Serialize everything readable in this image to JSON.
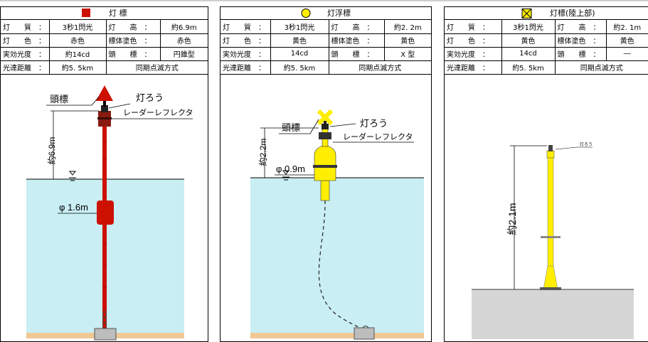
{
  "colors": {
    "red": "#cc1100",
    "yellow": "#ffee00",
    "water": "#c9eef4",
    "seabed": "#f0c896",
    "ground": "#d6d6d6"
  },
  "panels": [
    {
      "title": "灯 標",
      "symbol": "red-square",
      "rows": [
        [
          "灯　　質　：",
          "3秒1閃光",
          "灯　　高　：",
          "約6.9m"
        ],
        [
          "灯　　色　：",
          "赤色",
          "標体塗色　：",
          "赤色"
        ],
        [
          "実効光度　：",
          "約14cd",
          "頭　　標　：",
          "円錐型"
        ],
        [
          "光達距離　：",
          "約5. 5km",
          "同期点滅方式"
        ]
      ],
      "labels": {
        "head_mark": "頭標",
        "lantern": "灯ろう",
        "reflector": "レーダーレフレクタ",
        "height": "約6.9m",
        "diameter": "φ 1.6m"
      }
    },
    {
      "title": "灯浮標",
      "symbol": "yellow-circle",
      "rows": [
        [
          "灯　　質　：",
          "3秒1閃光",
          "灯　　高　：",
          "約2. 2m"
        ],
        [
          "灯　　色　：",
          "黄色",
          "標体塗色　：",
          "黄色"
        ],
        [
          "実効光度　：",
          "14cd",
          "頭　　標　：",
          "X 型"
        ],
        [
          "光達距離　：",
          "約5. 5km",
          "同期点滅方式"
        ]
      ],
      "labels": {
        "head_mark": "頭標",
        "lantern": "灯ろう",
        "reflector": "レーダーレフレクタ",
        "height": "約2.2m",
        "diameter": "φ 0.9m"
      }
    },
    {
      "title": "灯標(陸上部)",
      "symbol": "yellow-x-square",
      "rows": [
        [
          "灯　　質　：",
          "3秒1閃光",
          "灯　　高　：",
          "約2. 1m"
        ],
        [
          "灯　　色　：",
          "黄色",
          "標体塗色　：",
          "黄色"
        ],
        [
          "実効光度　：",
          "14cd",
          "頭　　標　：",
          "―"
        ],
        [
          "光達距離　：",
          "約5. 5km",
          "同期点滅方式"
        ]
      ],
      "labels": {
        "lantern": "灯ろう",
        "height": "約2.1m"
      }
    }
  ]
}
